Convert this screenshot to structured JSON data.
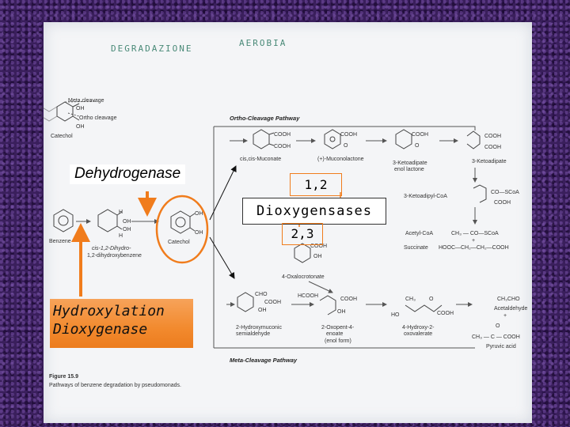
{
  "heading": {
    "word1": "DEGRADAZIONE",
    "word2": "AEROBIA"
  },
  "labels": {
    "dehydrogenase": "Dehydrogenase",
    "hydroxylation": "Hydroxylation",
    "dioxygenase": "Dioxygenase",
    "pos_12": "1,2",
    "dioxygenases": "Dioxygensases",
    "pos_23": "2,3"
  },
  "figure": {
    "ortho_pathway": "Ortho-Cleavage Pathway",
    "meta_pathway": "Meta-Cleavage Pathway",
    "meta_cleavage": "Meta cleavage",
    "ortho_cleavage": "Ortho cleavage",
    "catechol": "Catechol",
    "catechol2": "Catechol",
    "benzene": "Benzene",
    "dihydro_1": "cis-1,2-Dihydro-",
    "dihydro_2": "1,2-dihydroxybenzene",
    "muconate": "cis,cis-Muconate",
    "muconolactone": "(+)-Muconolactone",
    "ketoadipate_lactone_1": "3-Ketoadipate",
    "ketoadipate_lactone_2": "enol lactone",
    "ketoadipate": "3-Ketoadipate",
    "ketoadipyl": "3-Ketoadipyl-CoA",
    "acetyl": "Acetyl-CoA",
    "succinate": "Succinate",
    "hydroxymuconic_1": "2-Hydroxymuconic",
    "hydroxymuconic_2": "semialdehyde",
    "oxopent_1": "2-Oxopent-4-",
    "oxopent_2": "enoate",
    "oxopent_3": "(enol form)",
    "hydroxy_oxo_1": "4-Hydroxy-2-",
    "hydroxy_oxo_2": "oxovalerate",
    "acetaldehyde": "Acetaldehyde",
    "pyruvic": "Pyruvic acid",
    "oxalocrotonate": "4-Oxalocrotonate",
    "caption_title": "Figure 15.9",
    "caption_text": "Pathways of benzene degradation by pseudomonads."
  },
  "colors": {
    "orange": "#f28a2e",
    "arrow_orange": "#f07c1c",
    "background": "#3a1f5c",
    "handwriting": "#4a8a78"
  }
}
